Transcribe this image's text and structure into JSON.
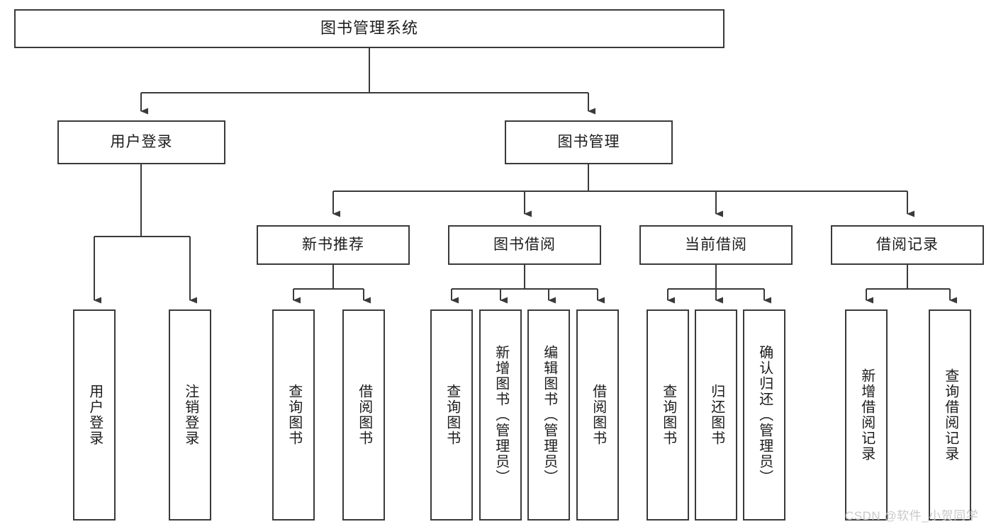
{
  "diagram": {
    "title": "图书管理系统",
    "type": "tree-hierarchy",
    "orientation": "top-down",
    "style": {
      "box_border_color": "#3a3a3a",
      "box_fill_color": "#ffffff",
      "line_color": "#3a3a3a",
      "text_color": "#1c1c1c",
      "background": "#ffffff"
    }
  },
  "nodes": {
    "root": {
      "label": "图书管理系统",
      "level": 0
    },
    "level1": [
      {
        "id": "user_login",
        "label": "用户登录"
      },
      {
        "id": "book_manage",
        "label": "图书管理"
      }
    ],
    "level2": [
      {
        "id": "new_book_rec",
        "label": "新书推荐",
        "parent": "book_manage"
      },
      {
        "id": "book_borrow",
        "label": "图书借阅",
        "parent": "book_manage"
      },
      {
        "id": "current_borrow",
        "label": "当前借阅",
        "parent": "book_manage"
      },
      {
        "id": "borrow_record",
        "label": "借阅记录",
        "parent": "book_manage"
      }
    ],
    "leaves": {
      "user_login": [
        {
          "id": "leaf_user_login",
          "label": "用户登录"
        },
        {
          "id": "leaf_logout",
          "label": "注销登录"
        }
      ],
      "new_book_rec": [
        {
          "id": "leaf_query_book_1",
          "label": "查询图书"
        },
        {
          "id": "leaf_borrow_book_1",
          "label": "借阅图书"
        }
      ],
      "book_borrow": [
        {
          "id": "leaf_query_book_2",
          "label": "查询图书"
        },
        {
          "id": "leaf_add_book",
          "label": "新增图书（管理员）"
        },
        {
          "id": "leaf_edit_book",
          "label": "编辑图书（管理员）"
        },
        {
          "id": "leaf_borrow_book_2",
          "label": "借阅图书"
        }
      ],
      "current_borrow": [
        {
          "id": "leaf_query_book_3",
          "label": "查询图书"
        },
        {
          "id": "leaf_return_book",
          "label": "归还图书"
        },
        {
          "id": "leaf_confirm_return",
          "label": "确认归还（管理员）"
        }
      ],
      "borrow_record": [
        {
          "id": "leaf_add_record",
          "label": "新增借阅记录"
        },
        {
          "id": "leaf_query_record",
          "label": "查询借阅记录"
        }
      ]
    }
  },
  "watermark": {
    "text": "CSDN @软件_小贺同学",
    "color": "#c9c9c9"
  }
}
